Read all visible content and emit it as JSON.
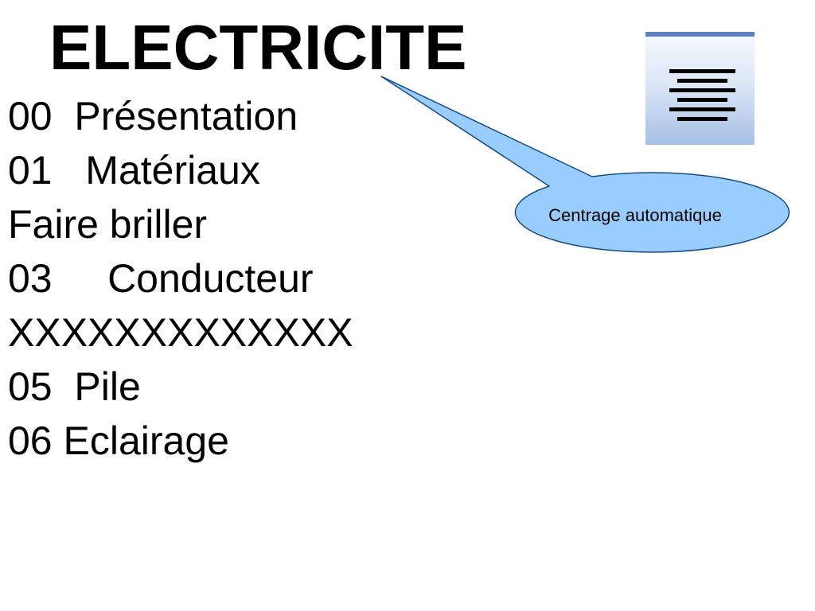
{
  "slide": {
    "title": "ELECTRICITE",
    "items": [
      {
        "label": "00  Présentation"
      },
      {
        "label": "01   Matériaux"
      },
      {
        "label": "Faire briller"
      },
      {
        "label": "03     Conducteur"
      },
      {
        "label": "XXXXXXXXXXXXX"
      },
      {
        "label": "05  Pile"
      },
      {
        "label": "06 Eclairage"
      }
    ]
  },
  "toolbar": {
    "center_align_icon": "align-center-icon"
  },
  "callout": {
    "text": "Centrage automatique",
    "fill_color": "#99ccff",
    "stroke_color": "#1a4c80"
  }
}
